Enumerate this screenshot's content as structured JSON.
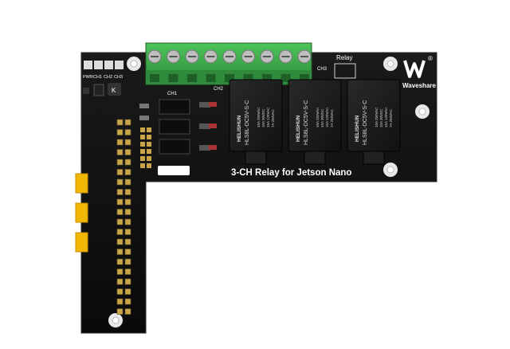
{
  "board": {
    "title": "3-CH Relay for Jetson Nano",
    "brand": "Waveshare",
    "relay_label": "Relay",
    "registered_mark": "®",
    "led_labels": [
      "PWR",
      "CH1",
      "CH2",
      "CH3"
    ],
    "channel_labels": [
      "CH1",
      "CH2",
      "CH3"
    ],
    "k_label": "K",
    "colors": {
      "pcb": "#111111",
      "terminal": "#3ea84a",
      "relay_body": "#1a1a1a",
      "jumper": "#f2b705",
      "header_pins": "#c9a54a"
    }
  },
  "relays": [
    {
      "maker": "HELISHUN",
      "model": "HLS8L-DC5V-S-C",
      "ratings": [
        "10A 250VAC",
        "10A 30VDC",
        "15A 120VAC",
        "7A 250VAC"
      ]
    },
    {
      "maker": "HELISHUN",
      "model": "HLS8L-DC5V-S-C",
      "ratings": [
        "10A 250VAC",
        "10A 30VDC",
        "15A 120VAC",
        "7A 250VAC"
      ]
    },
    {
      "maker": "HELISHUN",
      "model": "HLS8L-DC5V-S-C",
      "ratings": [
        "10A 250VAC",
        "10A 30VDC",
        "15A 120VAC",
        "7A 250VAC"
      ]
    }
  ]
}
